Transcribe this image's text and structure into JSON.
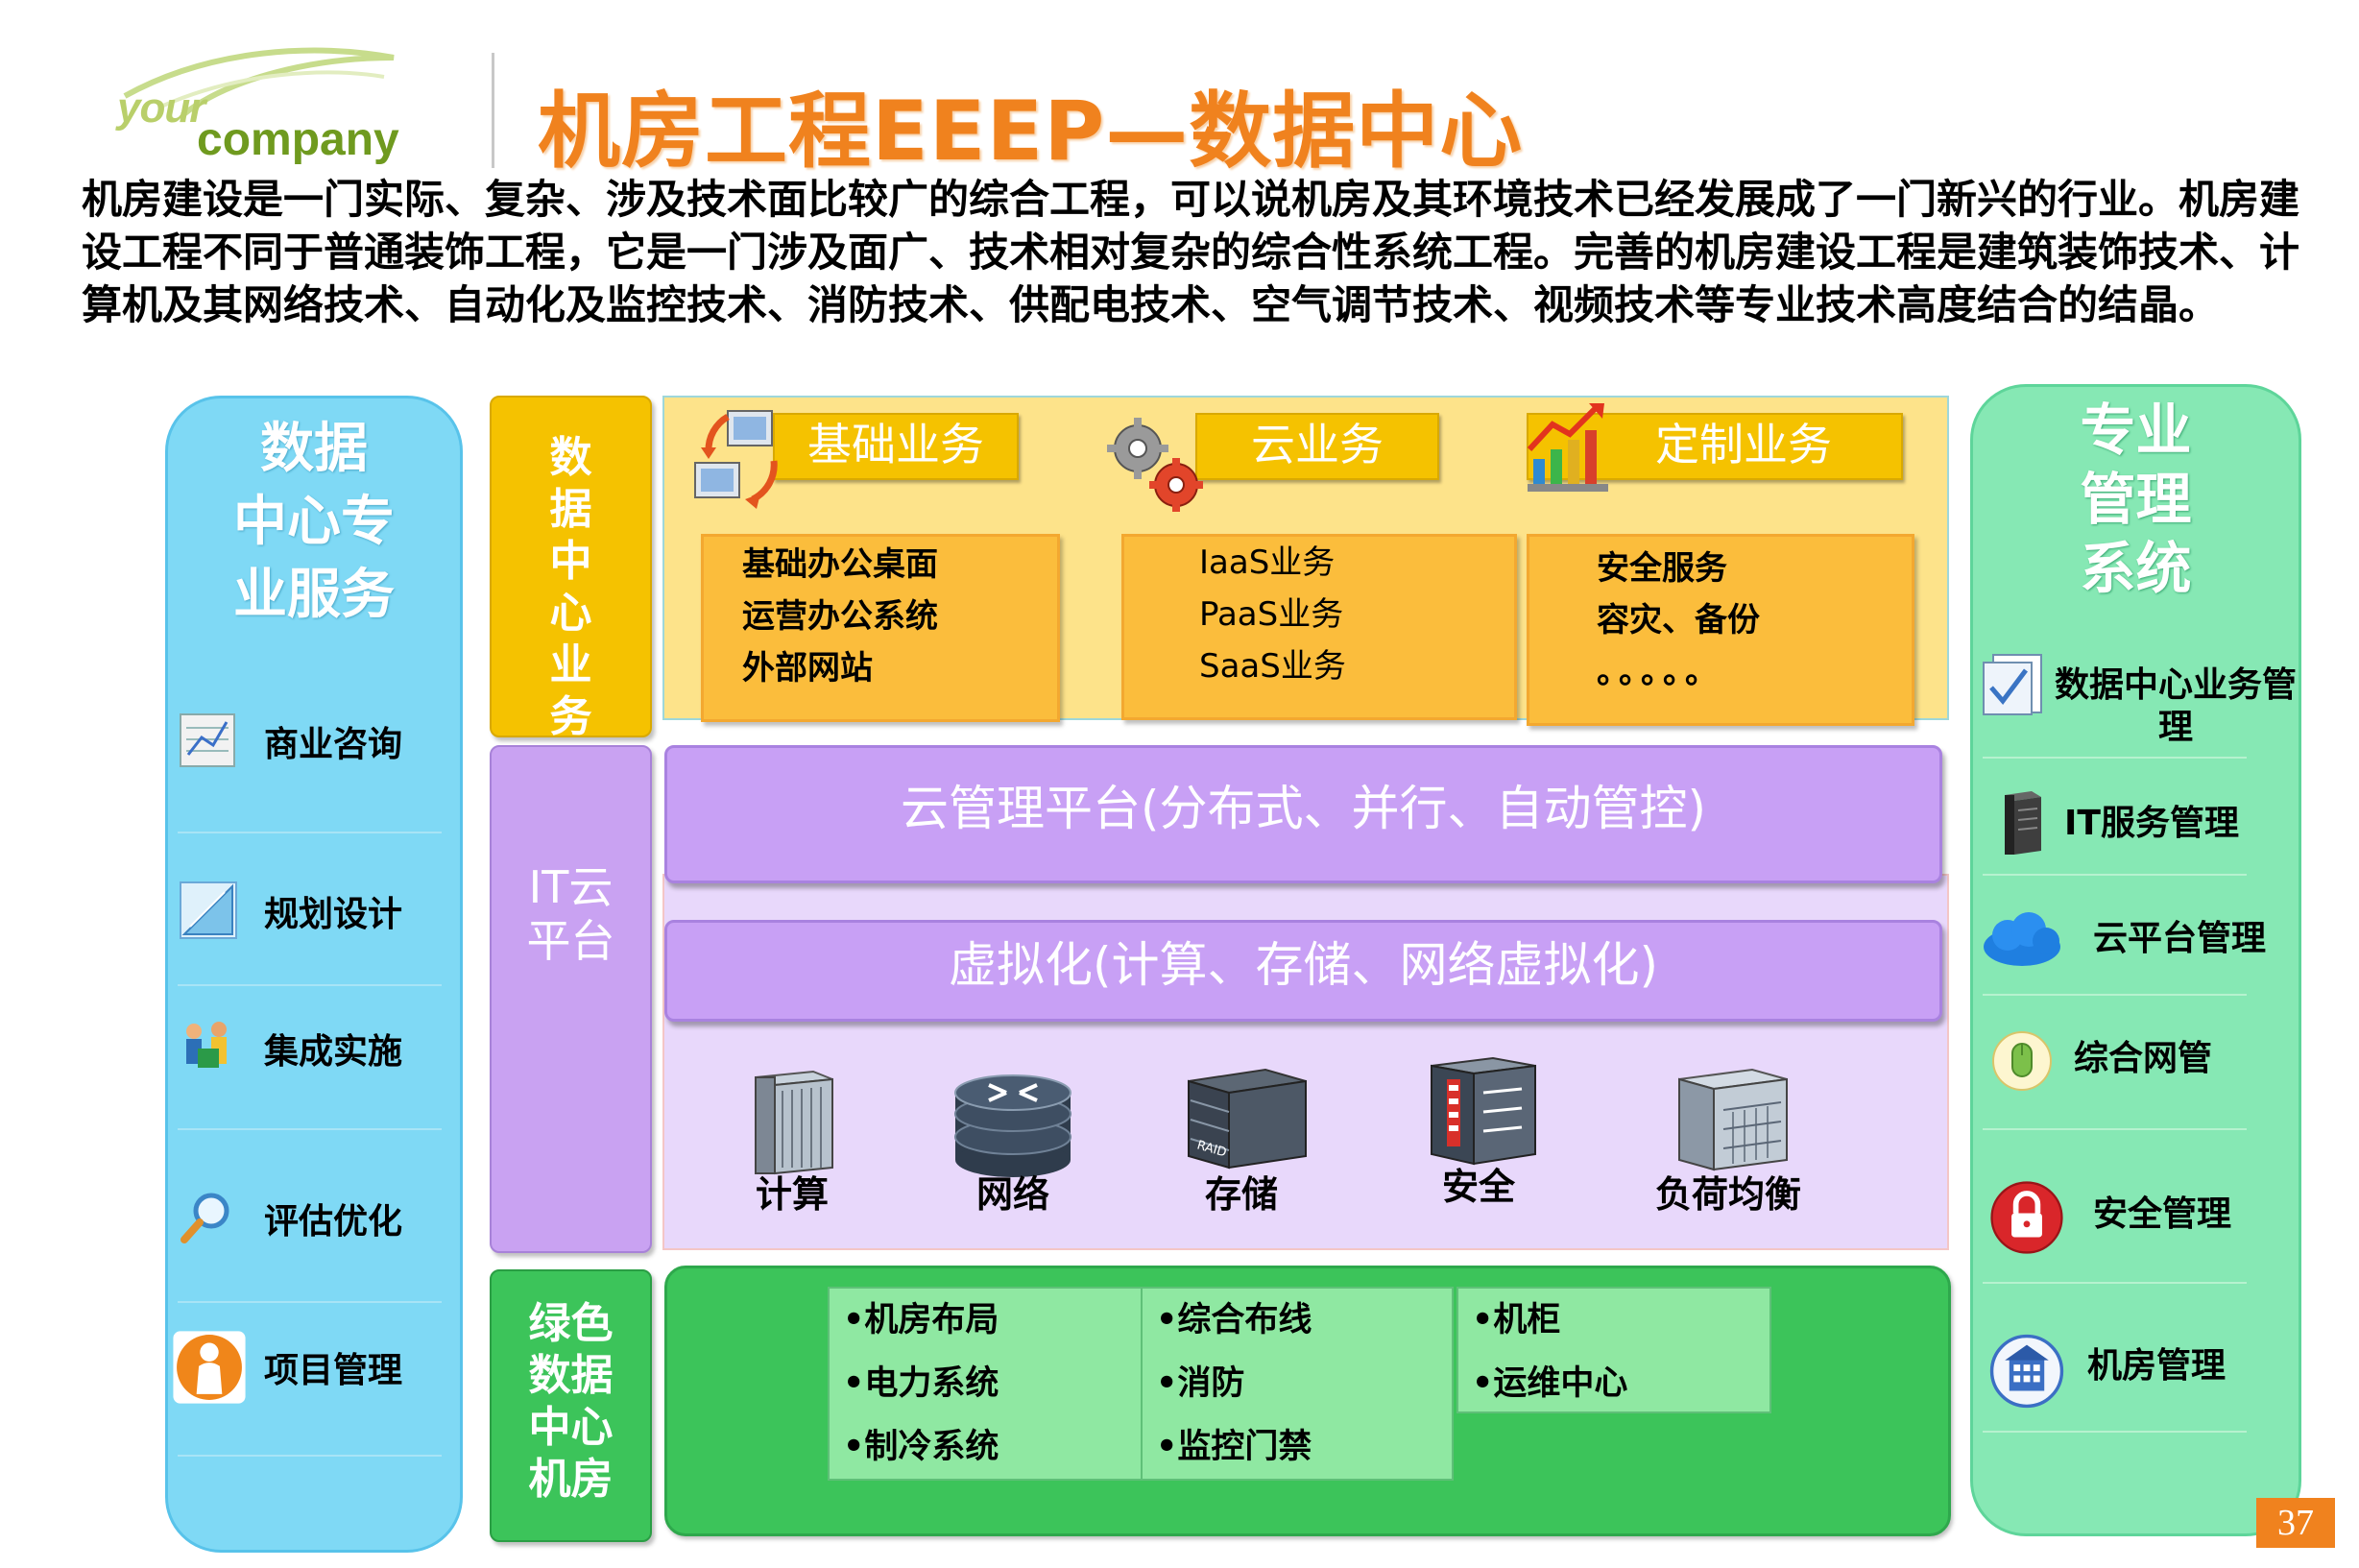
{
  "header": {
    "logo_your": "your",
    "logo_company": "company",
    "title": "机房工程EEEP—数据中心"
  },
  "intro": "机房建设是一门实际、复杂、涉及技术面比较广的综合工程，可以说机房及其环境技术已经发展成了一门新兴的行业。机房建设工程不同于普通装饰工程，它是一门涉及面广、技术相对复杂的综合性系统工程。完善的机房建设工程是建筑装饰技术、计算机及其网络技术、自动化及监控技术、消防技术、供配电技术、空气调节技术、视频技术等专业技术高度结合的结晶。",
  "left_panel": {
    "title_lines": [
      "数据",
      "中心专",
      "业服务"
    ],
    "items": [
      {
        "label": "商业咨询",
        "icon": "document-chart-icon"
      },
      {
        "label": "规划设计",
        "icon": "design-ruler-icon"
      },
      {
        "label": "集成实施",
        "icon": "people-team-icon"
      },
      {
        "label": "评估优化",
        "icon": "magnifier-icon"
      },
      {
        "label": "项目管理",
        "icon": "person-icon"
      }
    ]
  },
  "center": {
    "business_label": "数据中心业务",
    "it_label_lines": [
      "IT云",
      "平台"
    ],
    "green_label_lines": [
      "绿色",
      "数据",
      "中心",
      "机房"
    ],
    "business_columns": [
      {
        "head": "基础业务",
        "icon": "computers-sync-icon",
        "items": [
          "基础办公桌面",
          "运营办公系统",
          "外部网站"
        ]
      },
      {
        "head": "云业务",
        "icon": "gears-icon",
        "items": [
          "IaaS业务",
          "PaaS业务",
          "SaaS业务"
        ]
      },
      {
        "head": "定制业务",
        "icon": "growth-chart-icon",
        "items": [
          "安全服务",
          "容灾、备份",
          "。。。。。"
        ]
      }
    ],
    "cloud_mgmt": "云管理平台(分布式、并行、自动管控)",
    "virtualization": "虚拟化(计算、存储、网络虚拟化)",
    "devices": [
      {
        "label": "计算",
        "icon": "server-icon"
      },
      {
        "label": "网络",
        "icon": "router-icon"
      },
      {
        "label": "存储",
        "icon": "raid-storage-icon"
      },
      {
        "label": "安全",
        "icon": "firewall-icon"
      },
      {
        "label": "负荷均衡",
        "icon": "load-balancer-icon"
      }
    ],
    "green_columns": [
      [
        "•机房布局",
        "•电力系统",
        "•制冷系统"
      ],
      [
        "•综合布线",
        "•消防",
        "•监控门禁"
      ],
      [
        "•机柜",
        "•运维中心"
      ]
    ]
  },
  "right_panel": {
    "title_lines": [
      "专业",
      "管理",
      "系统"
    ],
    "items": [
      {
        "label_lines": [
          "数据中心业务管",
          "理"
        ],
        "icon": "checklist-icon"
      },
      {
        "label_lines": [
          "IT服务管理"
        ],
        "icon": "server-tower-icon"
      },
      {
        "label_lines": [
          "云平台管理"
        ],
        "icon": "cloud-icon"
      },
      {
        "label_lines": [
          "综合网管"
        ],
        "icon": "mouse-icon"
      },
      {
        "label_lines": [
          "安全管理"
        ],
        "icon": "lock-icon"
      },
      {
        "label_lines": [
          "机房管理"
        ],
        "icon": "building-icon"
      }
    ]
  },
  "page_number": "37",
  "colors": {
    "title_orange": "#f0821e",
    "left_blue": "#7fd9f5",
    "right_green": "#86e8b4",
    "biz_yellow": "#f5c200",
    "it_purple": "#c8a0f5",
    "green_area": "#3cc45a"
  }
}
